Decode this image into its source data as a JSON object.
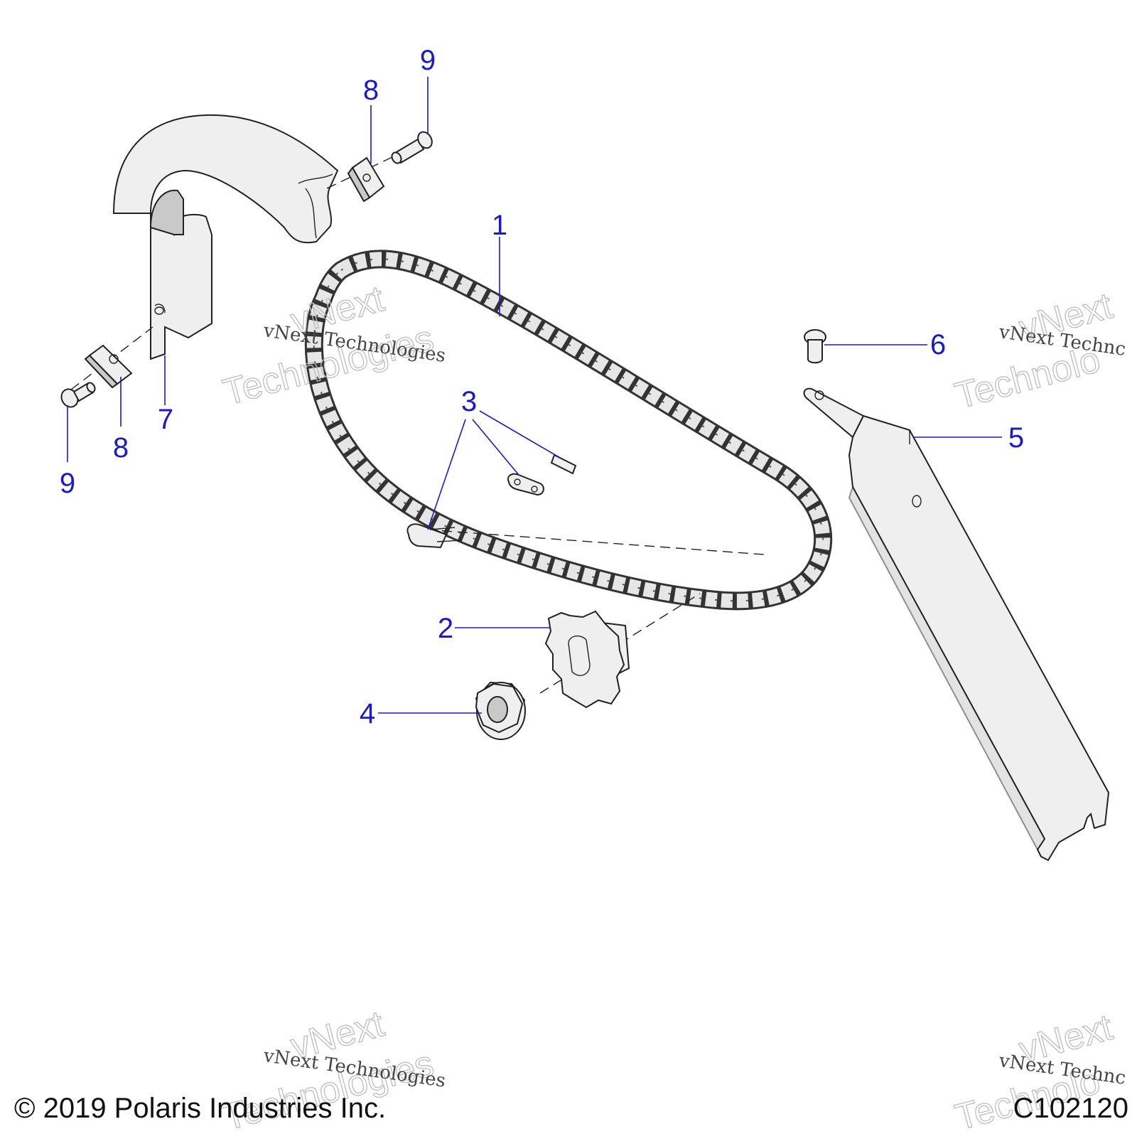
{
  "callouts": {
    "c1": "1",
    "c2": "2",
    "c3": "3",
    "c4": "4",
    "c5": "5",
    "c6": "6",
    "c7": "7",
    "c8_top": "8",
    "c8_bottom": "8",
    "c9_top": "9",
    "c9_bottom": "9"
  },
  "watermark": {
    "line_a": "vNext Technologies",
    "outline_1": "vNext",
    "outline_2": "Technologies",
    "right_line_a": "vNext Technc",
    "right_outline_1": "vNext",
    "right_outline_2": "Technolo"
  },
  "footer": {
    "copyright": "© 2019 Polaris Industries Inc.",
    "figure_code": "C102120"
  },
  "colors": {
    "callout": "#1a1acc",
    "line": "#222222",
    "part_fill": "#efefef"
  }
}
